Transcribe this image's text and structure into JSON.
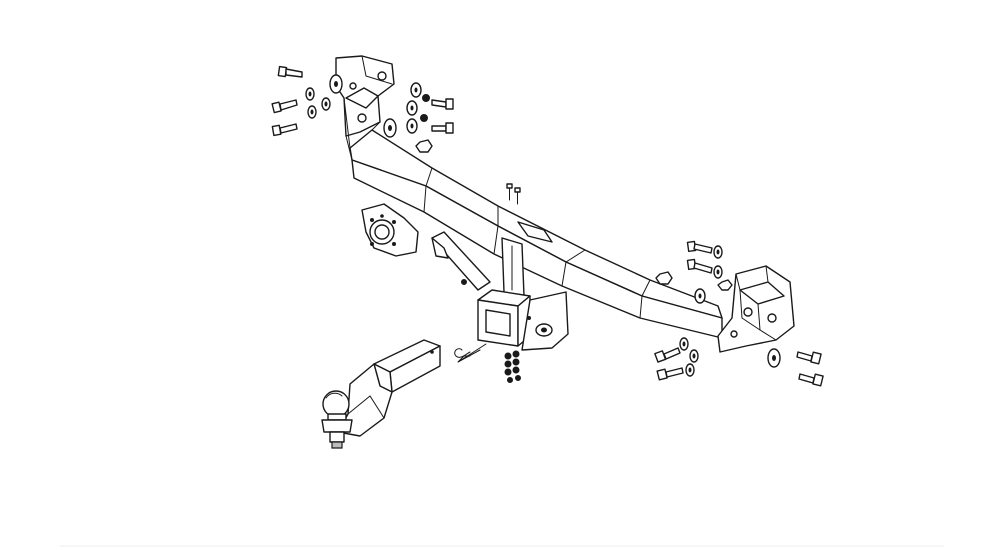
{
  "diagram": {
    "subject": "tow-bar-exploded-view",
    "colors": {
      "line": "#1a1a1a",
      "background": "#ffffff",
      "shade": "#bdbdbd"
    },
    "parts": [
      "crossbar-tube",
      "left-mounting-bracket",
      "right-mounting-bracket",
      "receiver-hitch",
      "ball-mount",
      "tow-ball",
      "electrical-socket-plate",
      "hitch-pin",
      "spring-clip",
      "bolt-set",
      "washer-set",
      "nut-set"
    ]
  }
}
